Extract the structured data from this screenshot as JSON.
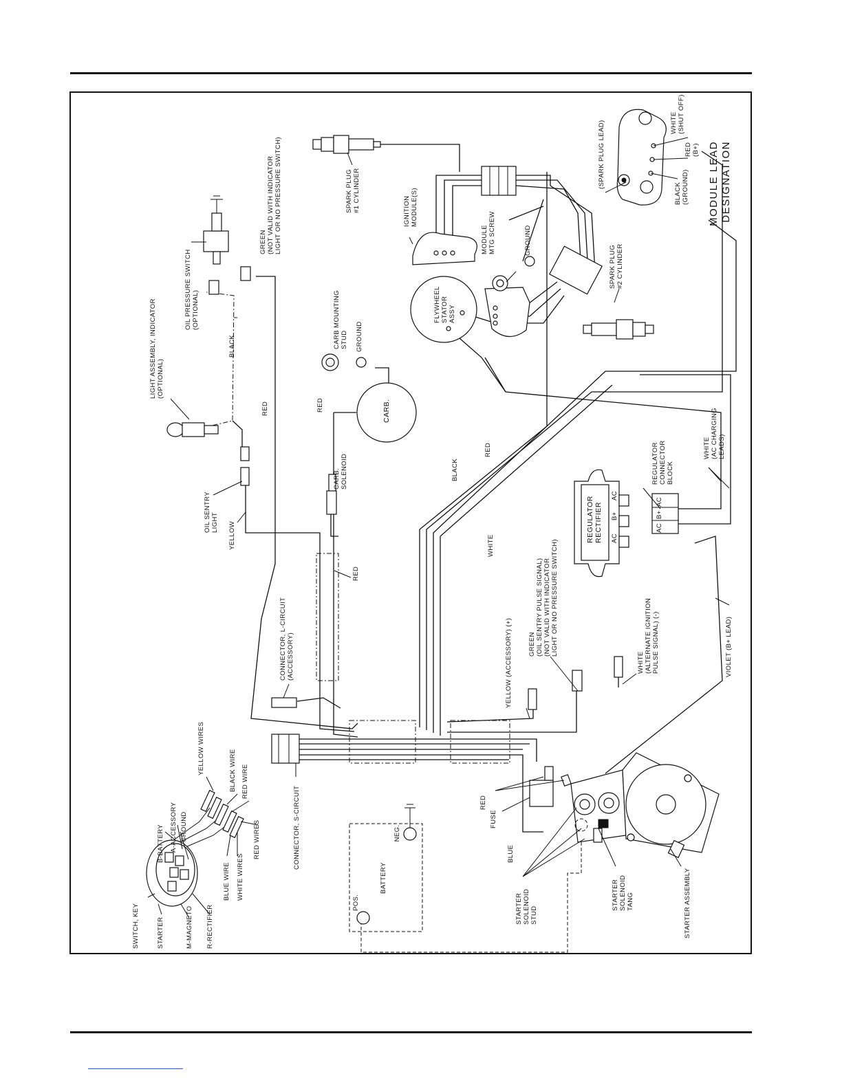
{
  "labels": {
    "module_lead_designation": [
      "MODULE LEAD",
      "DESIGNATION"
    ],
    "white_shutoff": [
      "WHITE",
      "(SHUT OFF)"
    ],
    "red_b_plus": [
      "RED",
      "(B+)"
    ],
    "black_ground": [
      "BLACK",
      "(GROUND)"
    ],
    "spark_plug_lead": "(SPARK PLUG LEAD)",
    "spark_plug_1": [
      "SPARK PLUG",
      "#1 CYLINDER"
    ],
    "ignition_modules": [
      "IGNITION",
      "MODULE(S)"
    ],
    "module_mtg_screw": [
      "MODULE",
      "MTG SCREW"
    ],
    "ground_module": "GROUND",
    "spark_plug_2": [
      "SPARK PLUG",
      "#2 CYLINDER"
    ],
    "flywheel_stator": [
      "FLYWHEEL",
      "STATOR",
      "ASSY"
    ],
    "carb_mounting_stud": [
      "CARB MOUNTING",
      "STUD"
    ],
    "ground_carb": "GROUND",
    "carb": "CARB.",
    "red_carb": "RED",
    "carb_solenoid": [
      "CARB.",
      "SOLENOID"
    ],
    "green_top": [
      "GREEN",
      "(NOT VALID WITH INDICATOR",
      "LIGHT OR NO PRESSURE SWITCH)"
    ],
    "oil_pressure_switch": [
      "OIL PRESSURE SWITCH",
      "(OPTIONAL)"
    ],
    "light_assembly": [
      "LIGHT ASSEMBLY, INDICATOR",
      "(OPTIONAL)"
    ],
    "black_light": "BLACK",
    "red_light": "RED",
    "oil_sentry_light": [
      "OIL SENTRY",
      "LIGHT"
    ],
    "yellow_light": "YELLOW",
    "red_connector": "RED",
    "connector_l_circuit": [
      "CONNECTOR, L-CIRCUIT",
      "(ACCESSORY)"
    ],
    "black_main": "BLACK",
    "red_main": "RED",
    "white_main": "WHITE",
    "regulator_rectifier": [
      "REGULATOR",
      "RECTIFIER"
    ],
    "reg_terminals": [
      "AC",
      "B+",
      "AC"
    ],
    "regulator_connector_block": [
      "REGULATOR",
      "CONNECTOR",
      "BLOCK"
    ],
    "white_ac_charging": [
      "WHITE",
      "(AC CHARGING",
      "LEADS)"
    ],
    "block_pins": [
      "AC",
      "B+",
      "AC"
    ],
    "green_oil_sentry": [
      "GREEN",
      "(OIL SENTRY PULSE SIGNAL)",
      "(NOT VALID WITH INDICATOR",
      "LIGHT OR NO PRESSURE SWITCH)"
    ],
    "white_alternate": [
      "WHITE",
      "(ALTERNATE IGNITION",
      "PULSE SIGNAL) (-)"
    ],
    "yellow_accessory": "YELLOW (ACCESSORY) (+)",
    "violet_b_lead": "VIOLET (B+ LEAD)",
    "yellow_wires": "YELLOW WIRES",
    "black_wire": "BLACK WIRE",
    "red_wire": "RED WIRE",
    "red_wires": "RED WIRES",
    "white_wires": "WHITE WIRES",
    "blue_wire": "BLUE WIRE",
    "b_battery": "B-BATTERY",
    "a_accessory": "A-ACCESSORY",
    "ground_switch": "GROUND",
    "switch_key": "SWITCH, KEY",
    "starter": "STARTER",
    "m_magneto": "M-MAGNETO",
    "r_rectifier": "R-RECTIFIER",
    "connector_s_circuit": "CONNECTOR, S-CIRCUIT",
    "neg": "NEG.",
    "battery": "BATTERY",
    "pos": "POS.",
    "red_fuse": "RED",
    "fuse": "FUSE",
    "blue": "BLUE",
    "starter_solenoid_stud": [
      "STARTER",
      "SOLENOID",
      "STUD"
    ],
    "starter_solenoid_tang": [
      "STARTER",
      "SOLENOID",
      "TANG"
    ],
    "starter_assembly": "STARTER ASSEMBLY"
  }
}
